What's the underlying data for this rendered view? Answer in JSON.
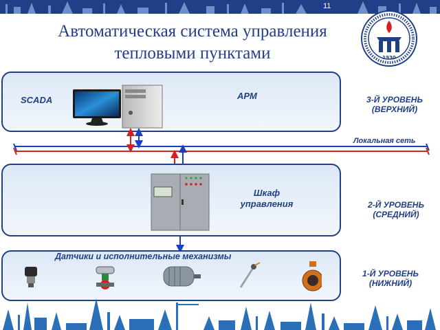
{
  "slide": {
    "page_number": "11",
    "title_line1": "Автоматическая система управления",
    "title_line2": "тепловыми пунктами"
  },
  "colors": {
    "brand_blue": "#1f3f86",
    "network_red": "#d42020",
    "network_blue": "#1a3fbf",
    "panel_fill": "#e6eef9"
  },
  "top_level": {
    "scada_label": "SCADA",
    "arm_label": "АРМ",
    "level_line1": "3-Й УРОВЕНЬ",
    "level_line2": "(ВЕРХНИЙ)"
  },
  "network": {
    "label": "Локальная сеть"
  },
  "middle_level": {
    "cabinet_line1": "Шкаф",
    "cabinet_line2": "управления",
    "level_line1": "2-Й УРОВЕНЬ",
    "level_line2": "(СРЕДНИЙ)"
  },
  "bottom_level": {
    "title": "Датчики и исполнительные механизмы",
    "level_line1": "1-Й УРОВЕНЬ",
    "level_line2": "(НИЖНИЙ)",
    "devices": [
      "pressure-sensor",
      "control-valve",
      "electric-motor",
      "temperature-probe",
      "butterfly-valve"
    ]
  },
  "logo": {
    "year": "1930"
  }
}
